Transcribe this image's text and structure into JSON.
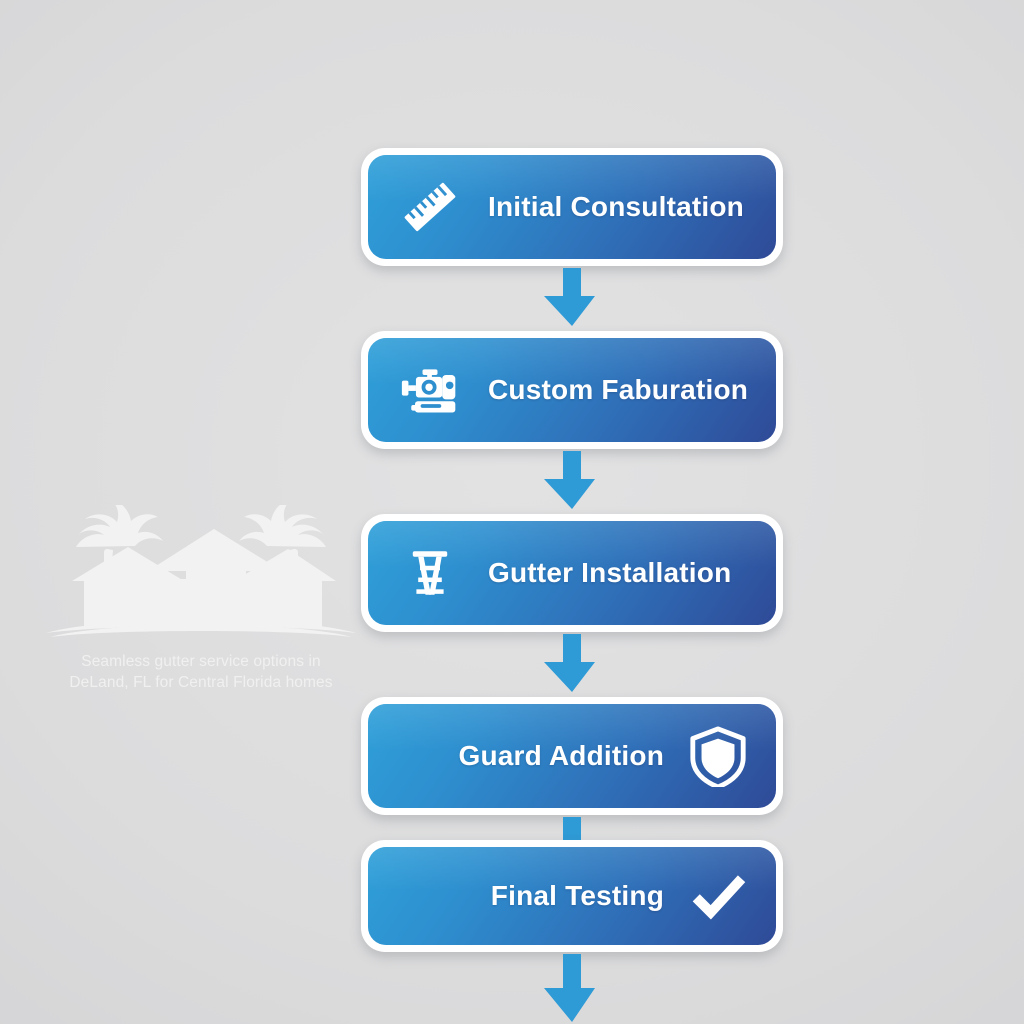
{
  "graphic": {
    "type": "vertical-process-flowchart",
    "background_color": "#dcdcdd",
    "accent_color": "#2f9fd8",
    "deep_accent_color": "#2f4a97",
    "card_border_color": "#ffffff",
    "label_color": "#ffffff",
    "arrow_color": "#2e9ad6"
  },
  "watermark": {
    "line1": "Seamless gutter service options in",
    "line2": "DeLand, FL for Central Florida homes",
    "art_name": "florida-house-with-palm-trees",
    "color": "#f0f0f0"
  },
  "steps": [
    {
      "order": "1",
      "label": "Initial Consultation",
      "icon": "ruler-icon",
      "icon_position": "left"
    },
    {
      "order": "2",
      "label": "Custom Faburation",
      "icon": "fabrication-machine-icon",
      "icon_position": "left"
    },
    {
      "order": "3",
      "label": "Gutter Installation",
      "icon": "ladder-icon",
      "icon_position": "left"
    },
    {
      "order": "4",
      "label": "Guard Addition",
      "icon": "shield-icon",
      "icon_position": "right"
    },
    {
      "order": "5",
      "label": "Final Testing",
      "icon": "checkmark-icon",
      "icon_position": "right"
    }
  ],
  "connectors": [
    {
      "name": "arrow-1-to-2",
      "icon": "down-arrow-icon"
    },
    {
      "name": "arrow-2-to-3",
      "icon": "down-arrow-icon"
    },
    {
      "name": "arrow-3-to-4",
      "icon": "down-arrow-icon"
    },
    {
      "name": "arrow-4-to-5",
      "icon": "down-arrow-icon"
    },
    {
      "name": "arrow-5-outflow",
      "icon": "down-arrow-icon"
    }
  ]
}
